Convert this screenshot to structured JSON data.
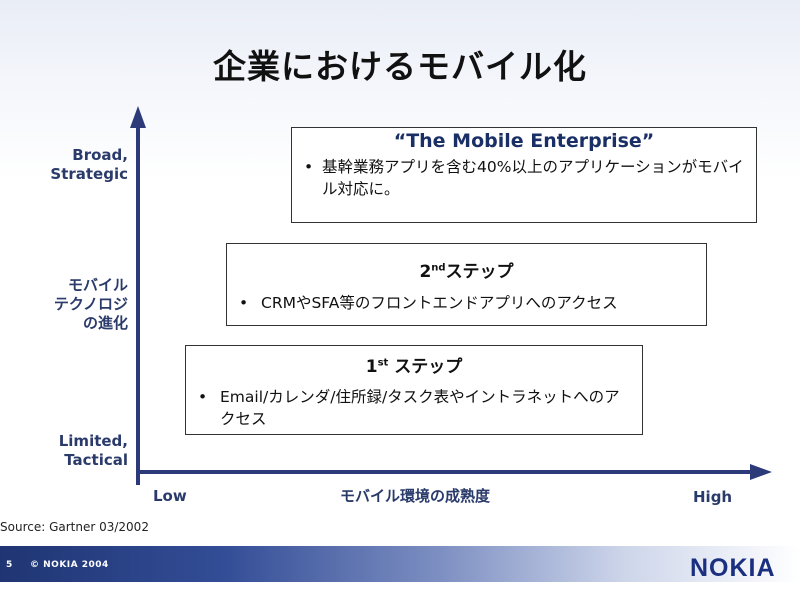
{
  "title": "企業におけるモバイル化",
  "y_axis": {
    "top_label_1": "Broad,",
    "top_label_2": "Strategic",
    "mid_label_1": "モバイル",
    "mid_label_2": "テクノロジ",
    "mid_label_3": "の進化",
    "bottom_label_1": "Limited,",
    "bottom_label_2": "Tactical"
  },
  "x_axis": {
    "low_label": "Low",
    "title": "モバイル環境の成熟度",
    "high_label": "High"
  },
  "boxes": [
    {
      "title": "“The Mobile Enterprise”",
      "bullet": "基幹業務アプリを含む40%以上のアプリケーションがモバイル対応に。"
    },
    {
      "title_num": "2",
      "title_sup": "nd",
      "title_rest": "ステップ",
      "bullet": "CRMやSFA等のフロントエンドアプリへのアクセス"
    },
    {
      "title_num": "1",
      "title_sup": "st",
      "title_rest": " ステップ",
      "bullet": "Email/カレンダ/住所録/タスク表やイントラネットへのアクセス"
    }
  ],
  "source": "Source: Gartner 03/2002",
  "footer": {
    "page": "5",
    "copyright": "© NOKIA 2004",
    "logo": "NOKIA"
  },
  "colors": {
    "axis": "#2d3a7a",
    "label": "#2a3a6a",
    "footer_dark": "#1f3573",
    "logo": "#1a2f80"
  }
}
